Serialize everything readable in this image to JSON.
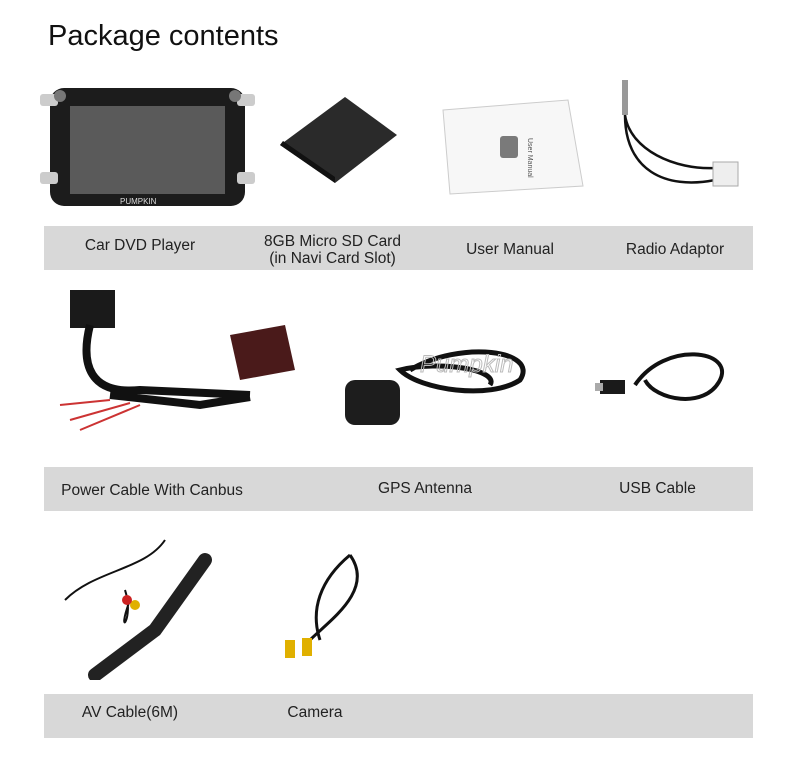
{
  "title": "Package contents",
  "items": [
    {
      "label": "Car DVD Player"
    },
    {
      "label": "8GB Micro SD Card",
      "label2": "(in Navi Card Slot)"
    },
    {
      "label": "User Manual"
    },
    {
      "label": "Radio Adaptor"
    },
    {
      "label": "Power Cable With Canbus"
    },
    {
      "label": "GPS Antenna"
    },
    {
      "label": "USB Cable"
    },
    {
      "label": "AV Cable(6M)"
    },
    {
      "label": "Camera"
    }
  ],
  "watermark": "Pumpkin"
}
